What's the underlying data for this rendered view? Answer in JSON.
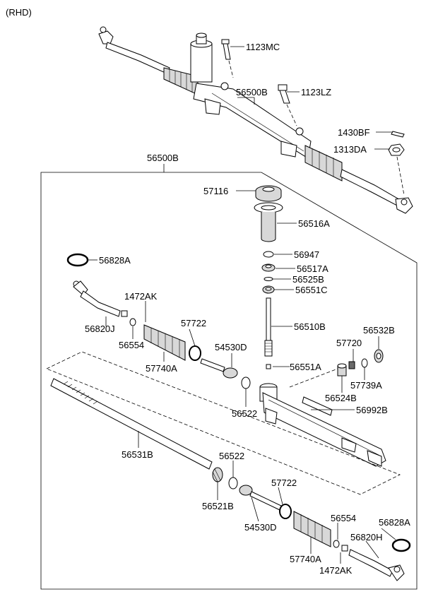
{
  "header": {
    "variant": "(RHD)"
  },
  "labels": {
    "p1123MC": "1123MC",
    "p56500B_top": "56500B",
    "p1123LZ": "1123LZ",
    "p1430BF": "1430BF",
    "p1313DA": "1313DA",
    "p56500B_box": "56500B",
    "p57116": "57116",
    "p56516A": "56516A",
    "p56828A_left": "56828A",
    "p56947": "56947",
    "p56517A": "56517A",
    "p56525B": "56525B",
    "p56551C": "56551C",
    "p1472AK_left": "1472AK",
    "p57722_left": "57722",
    "p56820J": "56820J",
    "p56554_left": "56554",
    "p56510B": "56510B",
    "p57740A_left": "57740A",
    "p54530D_left": "54530D",
    "p57720": "57720",
    "p56532B": "56532B",
    "p56551A": "56551A",
    "p57739A": "57739A",
    "p56524B": "56524B",
    "p56522_left": "56522",
    "p56992B": "56992B",
    "p56531B": "56531B",
    "p56522_right": "56522",
    "p57722_right": "57722",
    "p56521B": "56521B",
    "p54530D_right": "54530D",
    "p56554_right": "56554",
    "p56828A_right": "56828A",
    "p56820H": "56820H",
    "p57740A_right": "57740A",
    "p1472AK_right": "1472AK"
  }
}
